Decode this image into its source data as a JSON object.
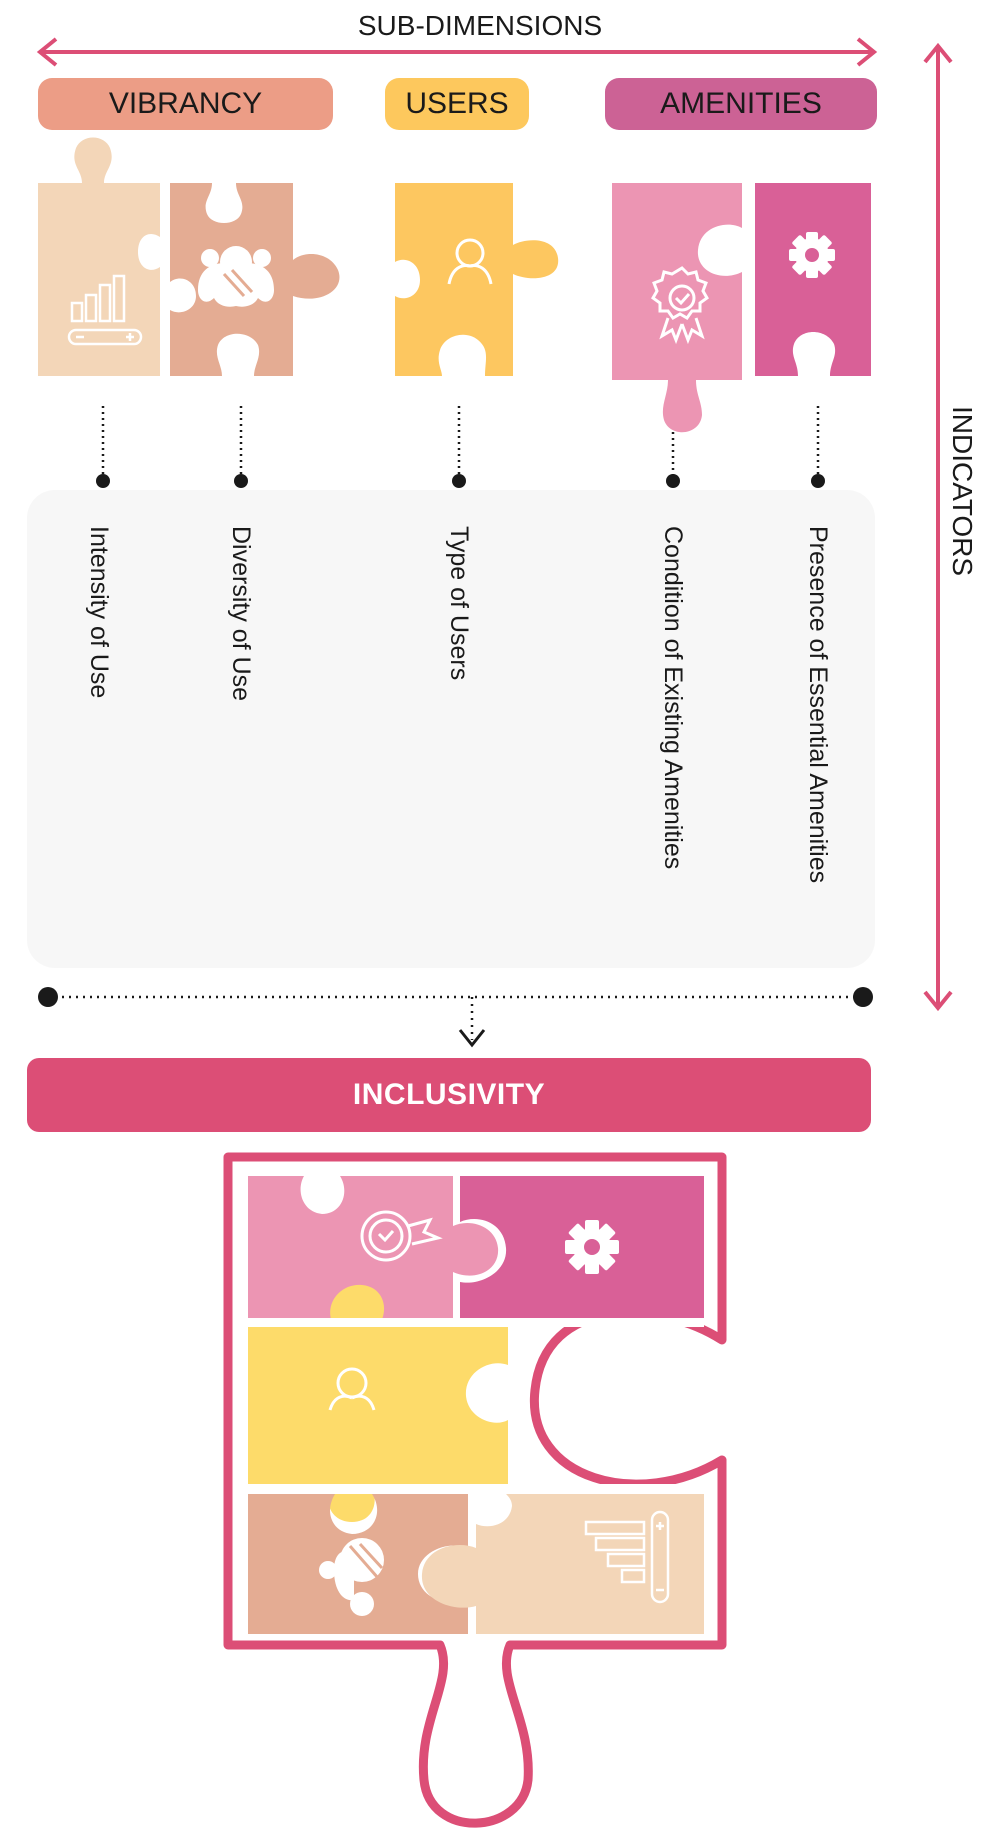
{
  "header": {
    "sub_dimensions_label": "SUB-DIMENSIONS",
    "indicators_label": "INDICATORS"
  },
  "sub_dimensions": [
    {
      "label": "VIBRANCY",
      "color": "#ec9d86"
    },
    {
      "label": "USERS",
      "color": "#fdc85d"
    },
    {
      "label": "AMENITIES",
      "color": "#cc6295"
    }
  ],
  "indicators": [
    {
      "label": "Intensity of Use",
      "icon": "bar-chart-icon",
      "color": "#f3d6b8"
    },
    {
      "label": "Diversity of Use",
      "icon": "people-group-icon",
      "color": "#e4ac93"
    },
    {
      "label": "Type of Users",
      "icon": "user-icon",
      "color": "#fdc760"
    },
    {
      "label": "Condition of Existing Amenities",
      "icon": "award-badge-icon",
      "color": "#ec95b3"
    },
    {
      "label": "Presence of Essential Amenities",
      "icon": "gear-icon",
      "color": "#d96097"
    }
  ],
  "result": {
    "label": "INCLUSIVITY",
    "color": "#dc4e76"
  }
}
